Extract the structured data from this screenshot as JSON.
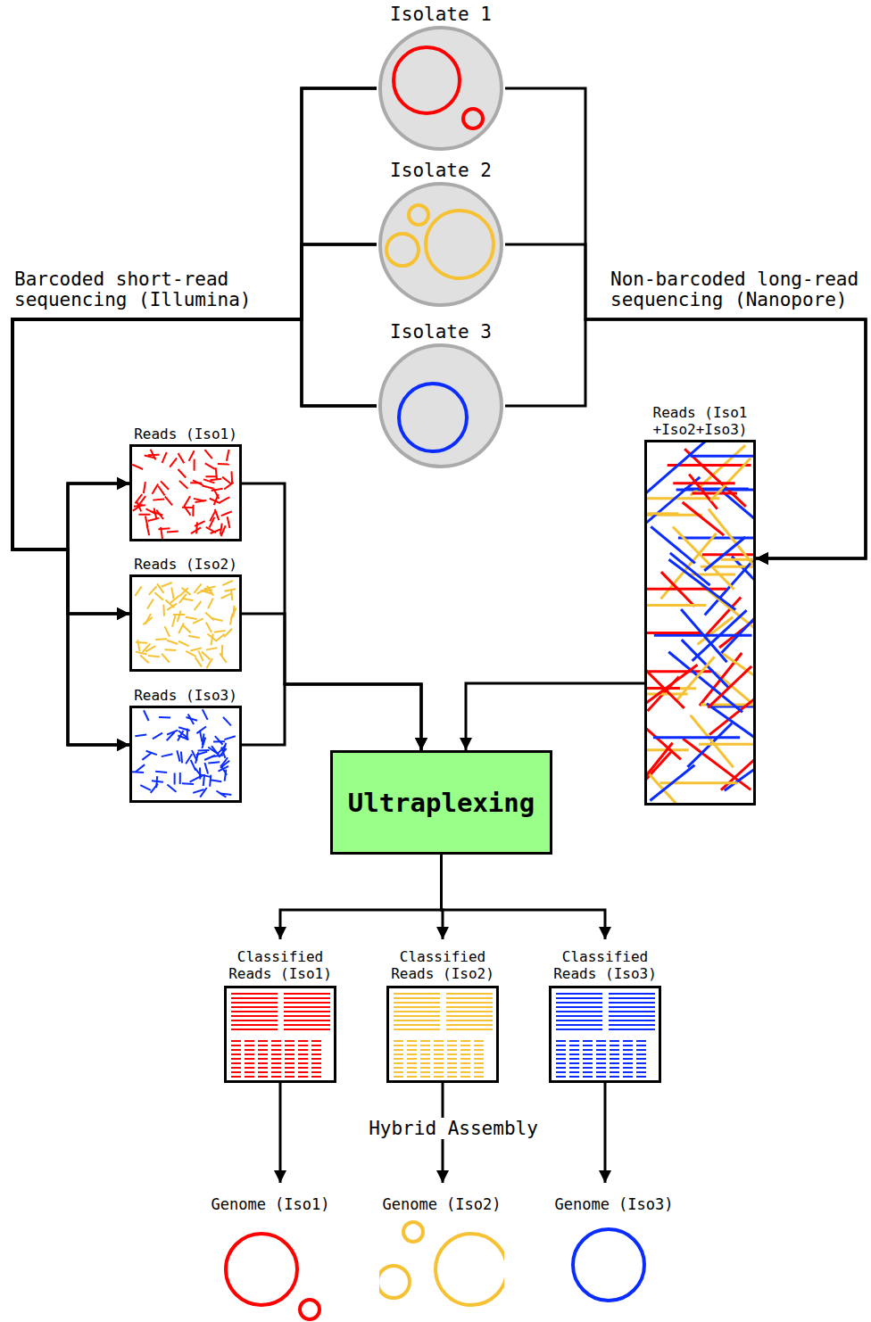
{
  "diagram": {
    "nodes": [
      {
        "text": [
          "Isolate 1"
        ]
      },
      {
        "text": [
          "Isolate 2"
        ]
      },
      {
        "text": [
          "Isolate 3"
        ]
      },
      {
        "text": [
          "Reads (Iso1)"
        ]
      },
      {
        "text": [
          "Reads (Iso2)"
        ]
      },
      {
        "text": [
          "Reads (Iso3)"
        ]
      },
      {
        "text": [
          "Reads (Iso1 +Iso2+Iso3)"
        ]
      },
      {
        "text": [
          "Ultraplexing"
        ]
      },
      {
        "text": [
          "Classified Reads (Iso1)"
        ]
      },
      {
        "text": [
          "Classified Reads (Iso2)"
        ]
      },
      {
        "text": [
          "Classified Reads (Iso3)"
        ]
      },
      {
        "text": [
          "Genome (Iso1)"
        ]
      },
      {
        "text": [
          "Genome (Iso2)"
        ]
      },
      {
        "text": [
          "Genome (Iso3)"
        ]
      }
    ],
    "edges": [
      {
        "from": 0,
        "to": 3,
        "arrow": "to"
      },
      {
        "from": 0,
        "to": 4,
        "arrow": "to"
      },
      {
        "from": 0,
        "to": 5,
        "arrow": "to"
      },
      {
        "from": 1,
        "to": 3,
        "arrow": "to"
      },
      {
        "from": 1,
        "to": 4,
        "arrow": "to"
      },
      {
        "from": 1,
        "to": 5,
        "arrow": "to"
      },
      {
        "from": 2,
        "to": 3,
        "arrow": "to"
      },
      {
        "from": 2,
        "to": 4,
        "arrow": "to"
      },
      {
        "from": 2,
        "to": 5,
        "arrow": "to"
      },
      {
        "from": 0,
        "to": 6,
        "arrow": "to"
      },
      {
        "from": 1,
        "to": 6,
        "arrow": "to"
      },
      {
        "from": 2,
        "to": 6,
        "arrow": "to"
      },
      {
        "from": 3,
        "to": 7,
        "arrow": "to"
      },
      {
        "from": 4,
        "to": 7,
        "arrow": "to"
      },
      {
        "from": 5,
        "to": 7,
        "arrow": "to"
      },
      {
        "from": 6,
        "to": 7,
        "arrow": "to"
      },
      {
        "from": 7,
        "to": 8,
        "arrow": "to"
      },
      {
        "from": 7,
        "to": 9,
        "arrow": "to"
      },
      {
        "from": 7,
        "to": 10,
        "arrow": "to"
      },
      {
        "from": 8,
        "to": 11,
        "arrow": "to"
      },
      {
        "from": 9,
        "to": 12,
        "label": "Hybrid Assembly",
        "arrow": "to"
      },
      {
        "from": 10,
        "to": 13,
        "arrow": "to"
      }
    ],
    "labels": [
      "Barcoded short-read sequencing (Illumina)",
      "Non-barcoded long-read sequencing (Nanopore)"
    ]
  }
}
